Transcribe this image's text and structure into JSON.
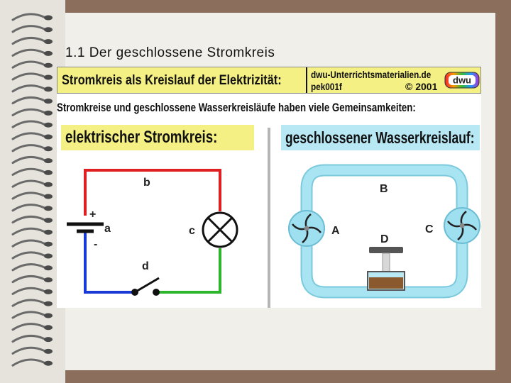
{
  "slide": {
    "title": "1.1 Der geschlossene Stromkreis"
  },
  "banner": {
    "title": "Stromkreis als Kreislauf der Elektrizität:",
    "site": "dwu-Unterrichtsmaterialien.de",
    "code": "pek001f",
    "copyright": "© 2001",
    "logo_text": "dwu"
  },
  "intro": "Stromkreise und geschlossene Wasserkreisläufe haben viele Gemeinsamkeiten:",
  "panels": {
    "electric": {
      "heading": "elektrischer Stromkreis:",
      "labels": {
        "b": "b",
        "a": "a",
        "c": "c",
        "d": "d",
        "plus": "+",
        "minus": "-"
      }
    },
    "water": {
      "heading": "geschlossener Wasserkreislauf:",
      "labels": {
        "A": "A",
        "B": "B",
        "C": "C",
        "D": "D"
      }
    }
  },
  "colors": {
    "background": "#8b6f5c",
    "slide": "#f1efea",
    "banner_yellow": "#f4f084",
    "water_panel": "#b8e8f4",
    "wire_red": "#e02020",
    "wire_blue": "#1a3ad8",
    "wire_green": "#2db52d",
    "pipe": "#a8e4f2"
  }
}
